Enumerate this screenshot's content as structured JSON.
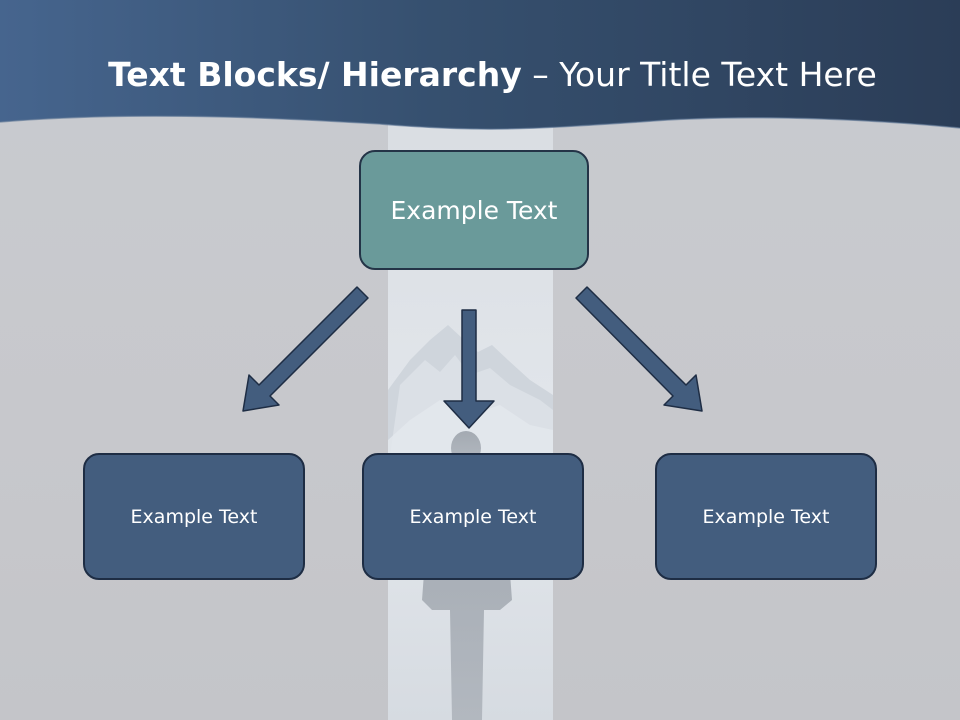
{
  "title": {
    "bold": "Text Blocks/ Hierarchy",
    "rest": " – Your Title Text Here"
  },
  "diagram": {
    "top_box": "Example Text",
    "child_boxes": [
      "Example Text",
      "Example Text",
      "Example Text"
    ]
  },
  "colors": {
    "header_dark": "#2b3d57",
    "header_light": "#46658e",
    "top_box_fill": "#6a9a9a",
    "child_box_fill": "#435d7e",
    "arrow_fill": "#435d7e",
    "outline": "#1e2d44",
    "background": "#c8c9cd"
  }
}
